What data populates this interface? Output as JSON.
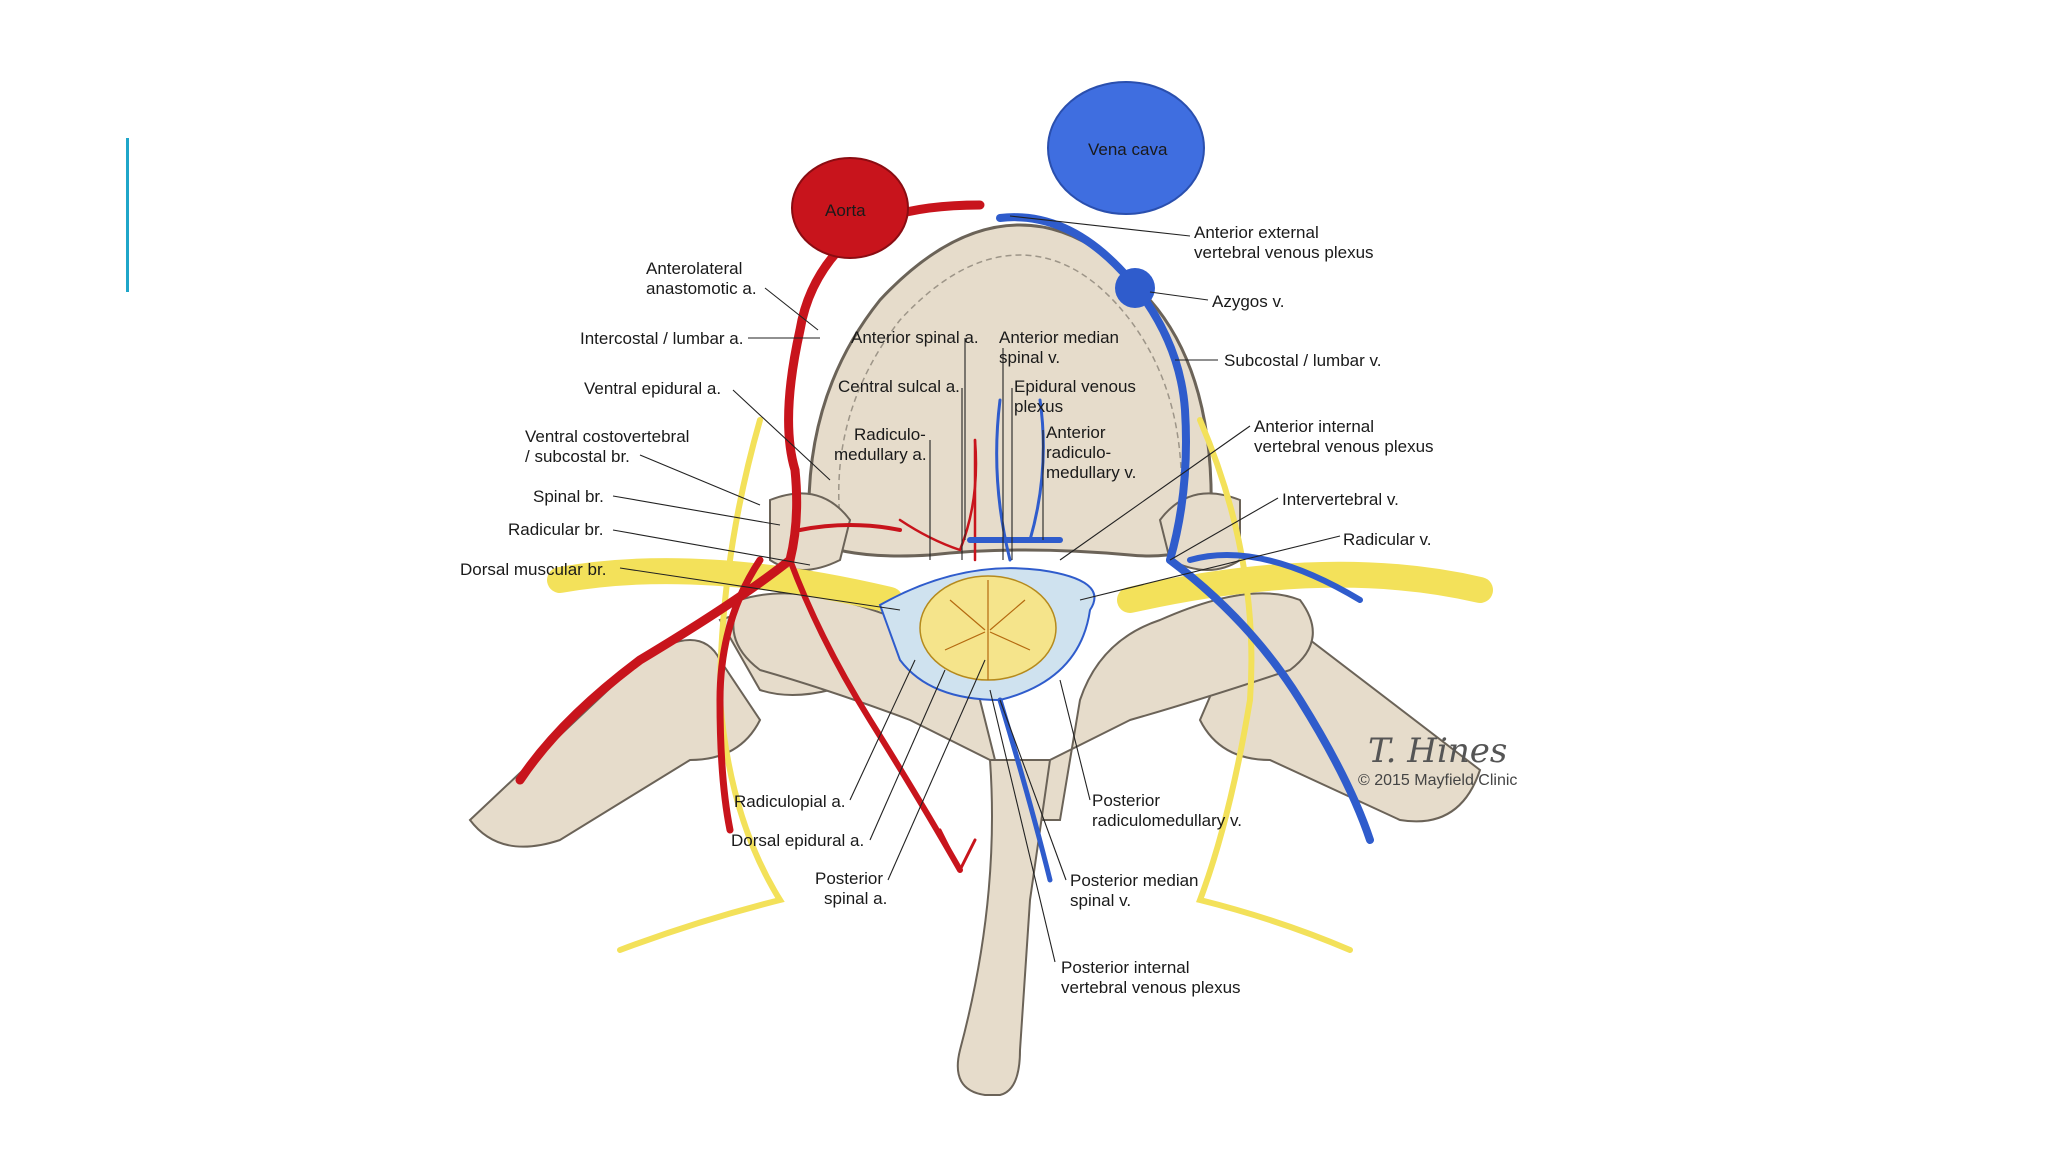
{
  "slide": {
    "accent_color": "#1fa6c9"
  },
  "colors": {
    "artery": "#c8141c",
    "vein": "#2f5ccc",
    "nerve": "#f3e15a",
    "bone": "#e6dccb"
  },
  "diagram": {
    "vessels": {
      "aorta": "Aorta",
      "vena_cava": "Vena cava"
    },
    "labels": {
      "anterolateral_1": "Anterolateral",
      "anterolateral_2": "anastomotic a.",
      "intercostal": "Intercostal / lumbar a.",
      "ventral_epidural": "Ventral epidural a.",
      "ventral_costo_1": "Ventral costovertebral",
      "ventral_costo_2": "/ subcostal br.",
      "spinal_br": "Spinal br.",
      "radicular_br": "Radicular br.",
      "dorsal_muscular": "Dorsal muscular br.",
      "anterior_spinal": "Anterior spinal a.",
      "anterior_median_1": "Anterior median",
      "anterior_median_2": "spinal v.",
      "central_sulcal": "Central sulcal a.",
      "epidural_venous_1": "Epidural venous",
      "epidural_venous_2": "plexus",
      "radiculo_med_1": "Radiculo-",
      "radiculo_med_2": "medullary a.",
      "ant_rad_v_1": "Anterior",
      "ant_rad_v_2": "radiculo-",
      "ant_rad_v_3": "medullary v.",
      "ant_ext_1": "Anterior external",
      "ant_ext_2": "vertebral venous plexus",
      "azygos": "Azygos v.",
      "subcostal": "Subcostal / lumbar v.",
      "ant_int_1": "Anterior internal",
      "ant_int_2": "vertebral venous plexus",
      "intervertebral": "Intervertebral v.",
      "radicular_v": "Radicular v.",
      "radiculopial": "Radiculopial a.",
      "dorsal_epidural": "Dorsal epidural a.",
      "post_spinal_1": "Posterior",
      "post_spinal_2": "spinal a.",
      "post_rad_v_1": "Posterior",
      "post_rad_v_2": "radiculomedullary v.",
      "post_median_1": "Posterior median",
      "post_median_2": "spinal v.",
      "post_int_1": "Posterior internal",
      "post_int_2": "vertebral venous plexus"
    },
    "signature": "T. Hines",
    "copyright": "© 2015 Mayfield Clinic"
  }
}
